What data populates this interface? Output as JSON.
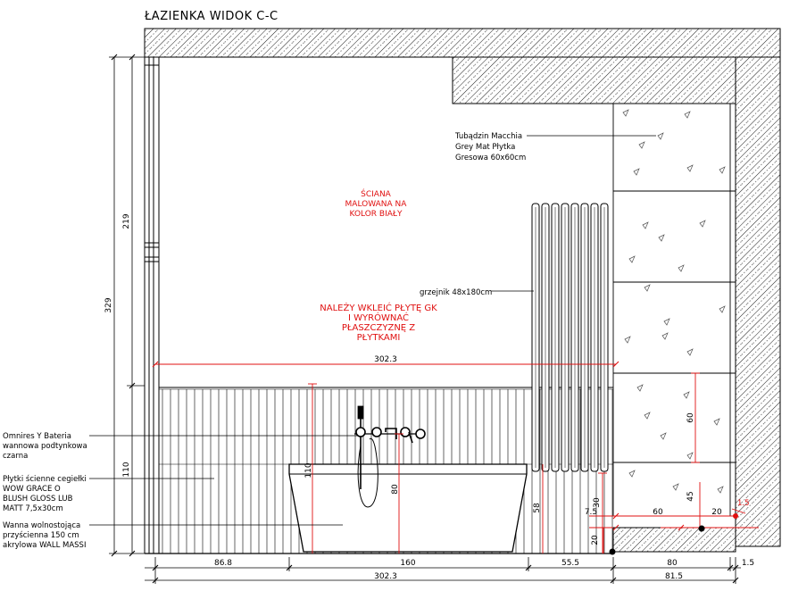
{
  "title": "ŁAZIENKA WIDOK C-C",
  "colors": {
    "line": "#000000",
    "dimension": "#e01010",
    "background": "#ffffff"
  },
  "notes": {
    "wall_paint": [
      "ŚCIANA",
      "MALOWANA NA",
      "KOLOR BIAŁY"
    ],
    "gk_board": [
      "NALEŻY WKLEIĆ PŁYTĘ GK",
      "I WYRÓWNAĆ",
      "PŁASZCZYZNĘ Z",
      "PŁYTKAMI"
    ]
  },
  "labels": {
    "large_tile": [
      "Tubądzin Macchia",
      "Grey Mat Płytka",
      "Gresowa  60x60cm"
    ],
    "radiator": "grzejnik 48x180cm",
    "faucet": [
      "Omnires Y Bateria",
      "wannowa podtynkowa",
      "czarna"
    ],
    "wall_tile": [
      "Płytki ścienne cegiełki",
      "WOW GRACE O",
      "BLUSH GLOSS LUB",
      "MATT 7,5x30cm"
    ],
    "bathtub": [
      "Wanna wolnostojąca",
      "przyścienna 150 cm",
      "akrylowa WALL MASSI"
    ]
  },
  "dimensions": {
    "total_height": "329",
    "upper_wall": "219",
    "tile_height": "110",
    "wall_width": "302.3",
    "bath_height": "110",
    "faucet_height": "80",
    "bath_gap": "58",
    "radiator_gap": "30",
    "floor_step": "7.5",
    "step_height": "20",
    "niche_tile": "60",
    "niche_gap": "20",
    "niche_offset": "1.5",
    "niche_depth": "45",
    "tile_module": "60",
    "bottom_left": "86.8",
    "bottom_bath": "160",
    "bottom_right": "55.5",
    "bottom_niche": "80",
    "bottom_edge": "1.5",
    "bottom_total_left": "302.3",
    "bottom_total_right": "81.5"
  }
}
